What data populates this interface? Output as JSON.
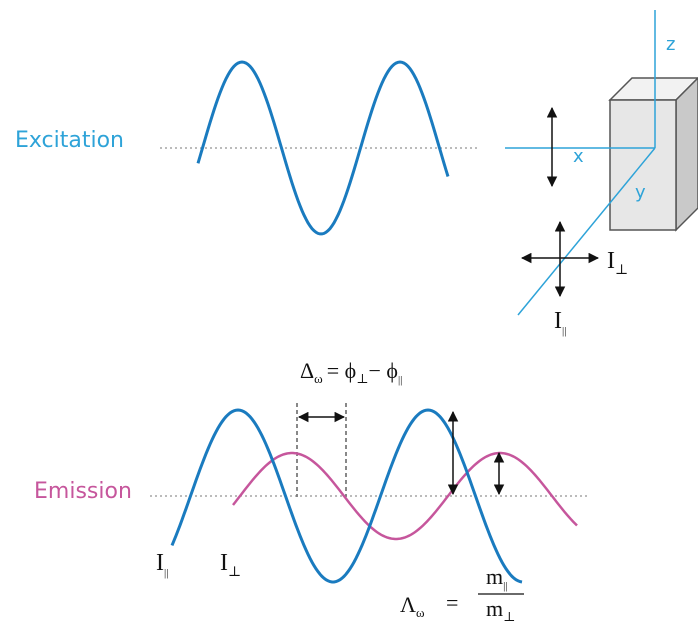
{
  "labels": {
    "excitation": "Excitation",
    "emission": "Emission"
  },
  "axes": {
    "x": "x",
    "y": "y",
    "z": "z"
  },
  "polarizer": {
    "perp": {
      "sym": "I",
      "sub": "⊥"
    },
    "par": {
      "sym": "I",
      "sub": "||"
    }
  },
  "emission_curves": {
    "par": {
      "sym": "I",
      "sub": "||"
    },
    "perp": {
      "sym": "I",
      "sub": "⊥"
    }
  },
  "phase_equation": {
    "delta": "Δ",
    "delta_sub": "ω",
    "equals_phi": "= ϕ",
    "phi1_sub": "⊥",
    "minus_phi": "− ϕ",
    "phi2_sub": "||"
  },
  "modulation_equation": {
    "lambda": "Λ",
    "lambda_sub": "ω",
    "equals": "=",
    "numerator": "m",
    "numerator_sub": "||",
    "denominator": "m",
    "denominator_sub": "⊥"
  },
  "colors": {
    "excitation_wave": "#1a7bbf",
    "emission_parallel": "#1a7bbf",
    "emission_perpendicular": "#c6569c",
    "axes": "#2ea3d8",
    "label_excitation": "#2ea3d8",
    "label_emission": "#c6569c",
    "cube_front": "#e7e7e7",
    "cube_side": "#c9c9c9",
    "cube_top": "#f2f2f2"
  }
}
